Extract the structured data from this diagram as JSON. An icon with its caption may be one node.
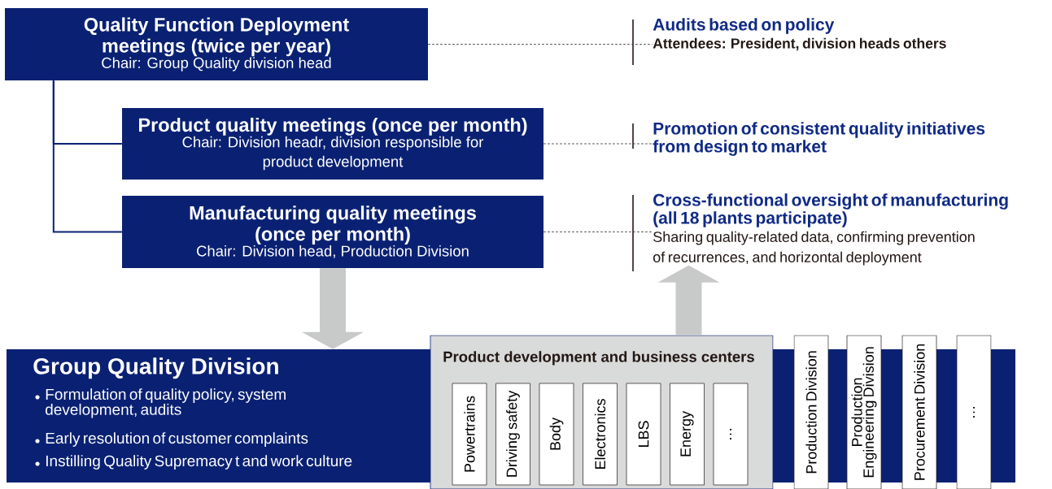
{
  "diagram": {
    "nodes": [
      {
        "text": [
          "Quality Function Deployment meetings (twice per year)",
          "Chair: Group Quality division head"
        ]
      },
      {
        "text": [
          "Product quality meetings (once per month)",
          "Chair: Division headr, division responsible for product development"
        ]
      },
      {
        "text": [
          "Manufacturing quality meetings (once per month)",
          "Chair: Division head, Production Division"
        ]
      },
      {
        "text": [
          "Audits based on policy",
          "Attendees: President, division heads others"
        ]
      },
      {
        "text": [
          "Promotion of consistent quality initiatives from design to market"
        ]
      },
      {
        "text": [
          "Cross-functional oversight of manufacturing (all 18 plants participate)",
          "Sharing quality-related data, confirming prevention of recurrences, and horizontal deployment"
        ]
      },
      {
        "text": [
          "Group Quality Division",
          "Formulation of quality policy, system development, audits",
          "Early resolution of customer complaints",
          "Instilling Quality Supremacy t and work culture"
        ]
      },
      {
        "text": [
          "Product development and business centers"
        ]
      },
      {
        "text": [
          "Powertrains"
        ],
        "in": 7
      },
      {
        "text": [
          "Driving safety"
        ],
        "in": 7
      },
      {
        "text": [
          "Body"
        ],
        "in": 7
      },
      {
        "text": [
          "Electronics"
        ],
        "in": 7
      },
      {
        "text": [
          "LBS"
        ],
        "in": 7
      },
      {
        "text": [
          "Energy"
        ],
        "in": 7
      },
      {
        "text": [
          "…"
        ],
        "in": 7
      },
      {
        "text": [
          "Production Division"
        ]
      },
      {
        "text": [
          "Production Engineering Division"
        ]
      },
      {
        "text": [
          "Procurement Division"
        ]
      },
      {
        "text": [
          "…"
        ]
      }
    ],
    "edges": [
      {
        "from": 0,
        "to": 1,
        "arrow": "none",
        "color": "#0a2173"
      },
      {
        "from": 0,
        "to": 2,
        "arrow": "none",
        "color": "#0a2173"
      },
      {
        "from": 0,
        "to": 3,
        "arrow": "none",
        "style": "dashed",
        "color": "#444444"
      },
      {
        "from": 1,
        "to": 4,
        "arrow": "none",
        "style": "dashed",
        "color": "#444444"
      },
      {
        "from": 2,
        "to": 5,
        "arrow": "none",
        "style": "dashed",
        "color": "#444444"
      },
      {
        "from": 2,
        "to": 6,
        "arrow": "to",
        "style": "thick",
        "color": "#c8c9c9"
      },
      {
        "from": 7,
        "to": 5,
        "arrow": "to",
        "style": "thick",
        "color": "#c8c9c9"
      }
    ]
  }
}
